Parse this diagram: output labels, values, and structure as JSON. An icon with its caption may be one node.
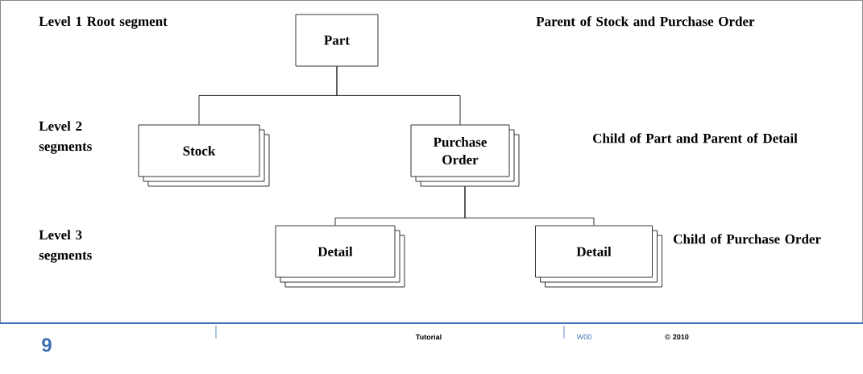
{
  "diagram": {
    "nodes": [
      {
        "text": [
          "Part"
        ]
      },
      {
        "text": [
          "Stock"
        ]
      },
      {
        "text": [
          "Purchase Order"
        ]
      },
      {
        "text": [
          "Detail"
        ]
      },
      {
        "text": [
          "Detail"
        ]
      }
    ],
    "edges": [
      {
        "from": 0,
        "to": 1,
        "arrow": "none"
      },
      {
        "from": 0,
        "to": 2,
        "arrow": "none"
      },
      {
        "from": 2,
        "to": 3,
        "arrow": "none"
      },
      {
        "from": 2,
        "to": 4,
        "arrow": "none"
      }
    ],
    "labels": [
      "Level 1 Root segment",
      "Parent of Stock and Purchase Order",
      "Level 2 segments",
      "Child of Part and Parent of Detail",
      "Level 3 segments",
      "Child of Purchase Order",
      "9",
      "Tutorial",
      "W00",
      "© 2010"
    ]
  }
}
